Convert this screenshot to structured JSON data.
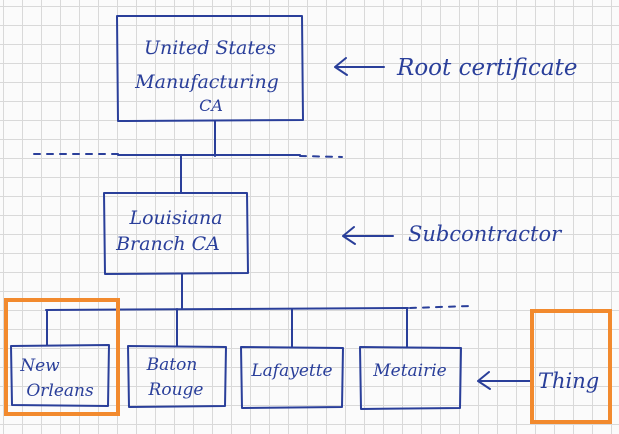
{
  "diagram": {
    "root": {
      "lines": [
        "United States",
        "Manufacturing",
        "CA"
      ]
    },
    "root_annotation": "Root certificate",
    "branch": {
      "lines": [
        "Louisiana",
        "Branch CA"
      ]
    },
    "branch_annotation": "Subcontractor",
    "leaves": [
      {
        "lines": [
          "New",
          "Orleans"
        ]
      },
      {
        "lines": [
          "Baton",
          "Rouge"
        ]
      },
      {
        "lines": [
          "Lafayette"
        ]
      },
      {
        "lines": [
          "Metairie"
        ]
      }
    ],
    "thing_label": "Thing",
    "colors": {
      "ink": "#2a3f9a",
      "highlight": "#f28a2e",
      "grid": "#d9d9d9"
    }
  }
}
